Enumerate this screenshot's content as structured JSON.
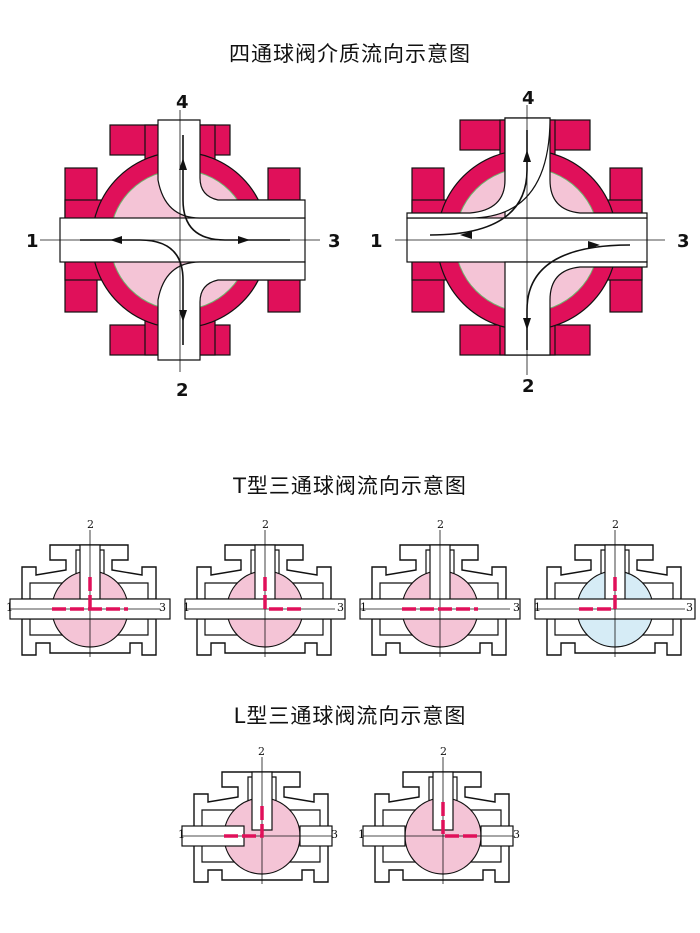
{
  "titles": {
    "four_way": "四通球阀介质流向示意图",
    "t_port": "T型三通球阀流向示意图",
    "l_port": "L型三通球阀流向示意图"
  },
  "ports": {
    "p1": "1",
    "p2": "2",
    "p3": "3",
    "p4": "4"
  },
  "colors": {
    "body_fill": "#e0105a",
    "ball_fill": "#f4c4d6",
    "ball_fill_alt": "#d6ecf6",
    "flow_arrow": "#e0105a",
    "outline": "#111111"
  }
}
